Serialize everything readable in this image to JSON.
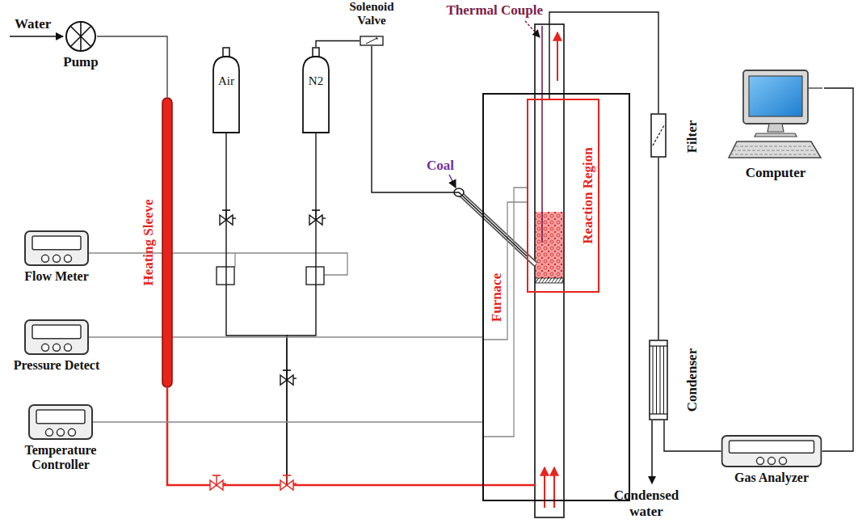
{
  "diagram": {
    "nodes": [
      {
        "text": [
          "Pump"
        ]
      },
      {
        "text": [
          "Air"
        ]
      },
      {
        "text": [
          "N2"
        ]
      },
      {
        "text": [
          "Solenoid Valve"
        ]
      },
      {
        "text": [
          "Heating Sleeve"
        ]
      },
      {
        "text": [
          "Flow Meter"
        ]
      },
      {
        "text": [
          "Pressure Detect"
        ]
      },
      {
        "text": [
          "Temperature Controller"
        ]
      },
      {
        "text": [
          "Furnace"
        ]
      },
      {
        "text": [
          "Reaction Region"
        ],
        "in": 8
      },
      {
        "text": [
          "Filter"
        ]
      },
      {
        "text": [
          "Computer"
        ]
      },
      {
        "text": [
          "Condenser"
        ]
      },
      {
        "text": [
          "Gas Analyzer"
        ]
      }
    ],
    "edges": [
      {
        "from": 0,
        "to": 4,
        "arrow": "none"
      },
      {
        "from": 1,
        "to": 8,
        "arrow": "none"
      },
      {
        "from": 2,
        "to": 8,
        "arrow": "none"
      },
      {
        "from": 2,
        "to": 3,
        "arrow": "none"
      },
      {
        "from": 3,
        "to": 9,
        "arrow": "none"
      },
      {
        "from": 4,
        "to": 8,
        "arrow": "none"
      },
      {
        "from": 6,
        "to": 8,
        "arrow": "none"
      },
      {
        "from": 7,
        "to": 8,
        "arrow": "none"
      },
      {
        "from": 9,
        "to": 10,
        "arrow": "none"
      },
      {
        "from": 10,
        "to": 12,
        "arrow": "none"
      },
      {
        "from": 12,
        "to": 13,
        "arrow": "none"
      },
      {
        "from": 13,
        "to": 11,
        "arrow": "none"
      }
    ],
    "labels": [
      "Water",
      "Thermal Couple",
      "Coal",
      "Condensed water"
    ]
  }
}
